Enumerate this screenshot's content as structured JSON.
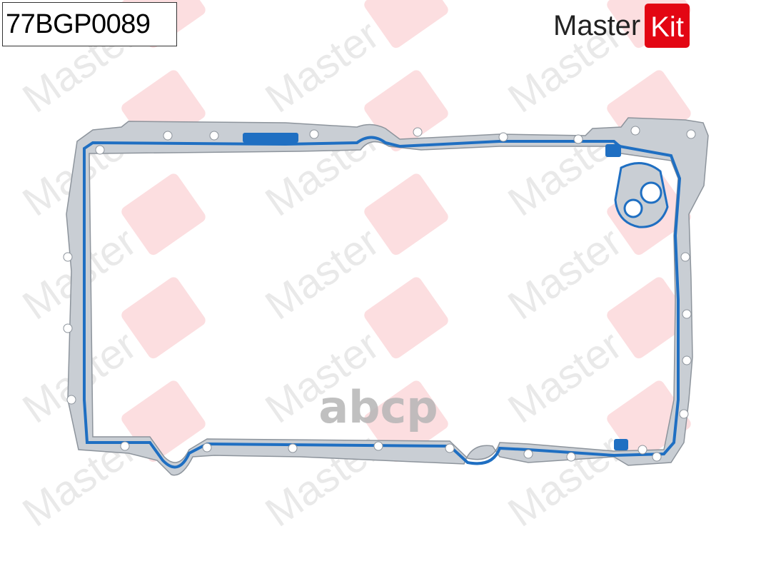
{
  "part_number": "77BGP0089",
  "brand_logo": {
    "word1": "Master",
    "word2": "Kit",
    "accent_color": "#e30613"
  },
  "watermark": {
    "brand": "MasterKit",
    "marketplace": "abcp"
  },
  "colors": {
    "gasket_metal": "#c9ced4",
    "seal_bead": "#1f6fc2"
  }
}
